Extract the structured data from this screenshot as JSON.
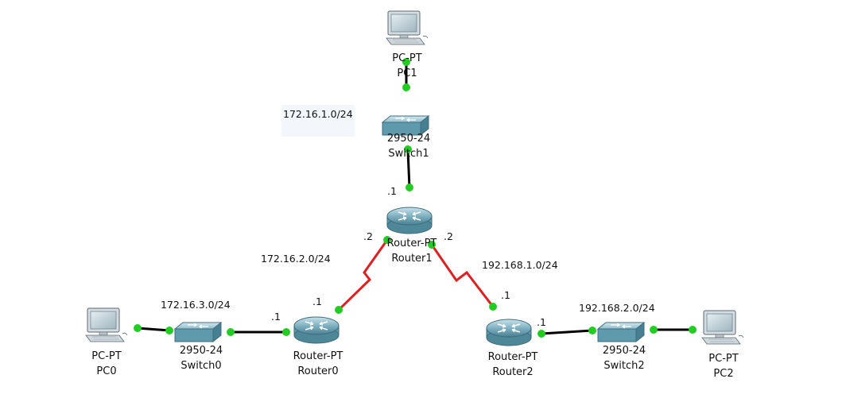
{
  "devices": {
    "pc1": {
      "type": "PC-PT",
      "name": "PC1"
    },
    "switch1": {
      "type": "2950-24",
      "name": "Switch1"
    },
    "router1": {
      "type": "Router-PT",
      "name": "Router1"
    },
    "router0": {
      "type": "Router-PT",
      "name": "Router0"
    },
    "router2": {
      "type": "Router-PT",
      "name": "Router2"
    },
    "switch0": {
      "type": "2950-24",
      "name": "Switch0"
    },
    "switch2": {
      "type": "2950-24",
      "name": "Switch2"
    },
    "pc0": {
      "type": "PC-PT",
      "name": "PC0"
    },
    "pc2": {
      "type": "PC-PT",
      "name": "PC2"
    }
  },
  "networks": {
    "lan1": "172.16.1.0/24",
    "wan0": "172.16.2.0/24",
    "lan0": "172.16.3.0/24",
    "wan2": "192.168.1.0/24",
    "lan2": "192.168.2.0/24"
  },
  "interface_labels": {
    "router1_lan": ".1",
    "router1_to_router0": ".2",
    "router1_to_router2": ".2",
    "router0_wan": ".1",
    "router0_lan": ".1",
    "router2_wan": ".1",
    "router2_lan": ".1"
  },
  "colors": {
    "ethernet_link": "#000000",
    "serial_link": "#e02020",
    "port_up": "#22cc22",
    "device_teal": "#5b9aaa"
  }
}
